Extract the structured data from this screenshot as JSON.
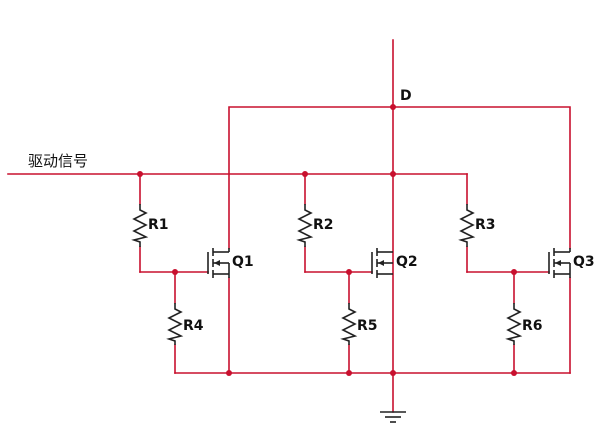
{
  "diagram": {
    "colors": {
      "wire": "#c8102e",
      "component": "#222222",
      "text": "#111111",
      "background": "#ffffff"
    },
    "labels": {
      "drive_signal": "驱动信号",
      "drain": "D",
      "transistors": [
        "Q1",
        "Q2",
        "Q3"
      ],
      "gate_resistors": [
        "R1",
        "R2",
        "R3"
      ],
      "pulldown_resistors": [
        "R4",
        "R5",
        "R6"
      ]
    },
    "symbols": {
      "transistor": "n-mosfet-icon",
      "resistor": "resistor-icon",
      "ground": "ground-icon",
      "junction": "junction-dot"
    }
  }
}
